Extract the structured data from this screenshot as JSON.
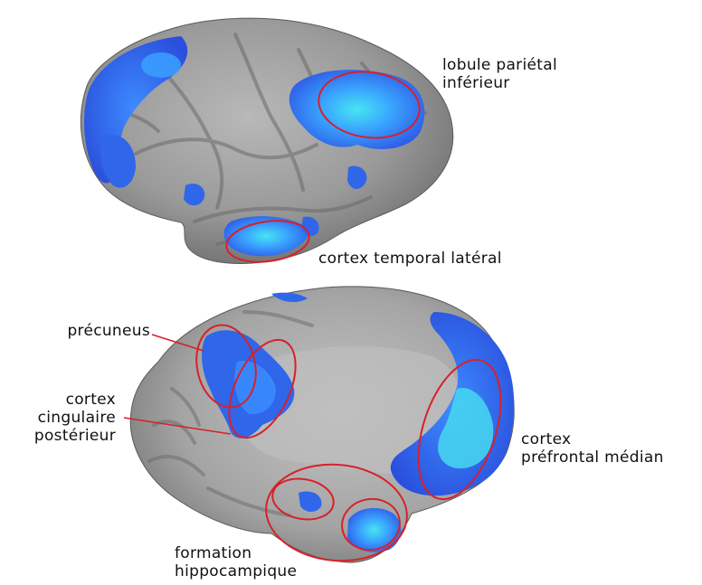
{
  "labels": {
    "inferior_parietal": [
      "lobule pariétal",
      "inférieur"
    ],
    "lateral_temporal": "cortex temporal latéral",
    "precuneus": "précuneus",
    "posterior_cingulate": [
      "cortex",
      "cingulaire",
      "postérieur"
    ],
    "medial_prefrontal": [
      "cortex",
      "préfrontal médian"
    ],
    "hippocampal": [
      "formation",
      "hippocampique"
    ]
  },
  "colors": {
    "cortex_surface": "#8f8f8f",
    "cortex_light": "#bdbdbd",
    "activation_blue": "#2f6df0",
    "activation_light": "#39a8ff",
    "activation_cyan": "#4fe3ee",
    "outline_red": "#d8202a"
  }
}
